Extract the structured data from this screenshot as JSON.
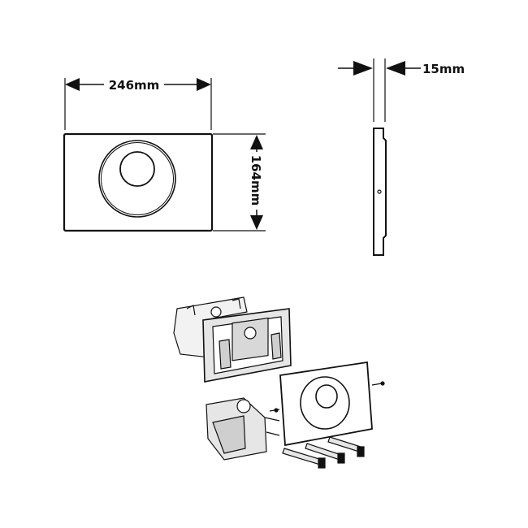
{
  "dimensions": {
    "width_label": "246mm",
    "height_label": "164mm",
    "depth_label": "15mm"
  },
  "colors": {
    "line": "#111111",
    "background": "#ffffff",
    "part_fill": "#e6e6e6"
  }
}
